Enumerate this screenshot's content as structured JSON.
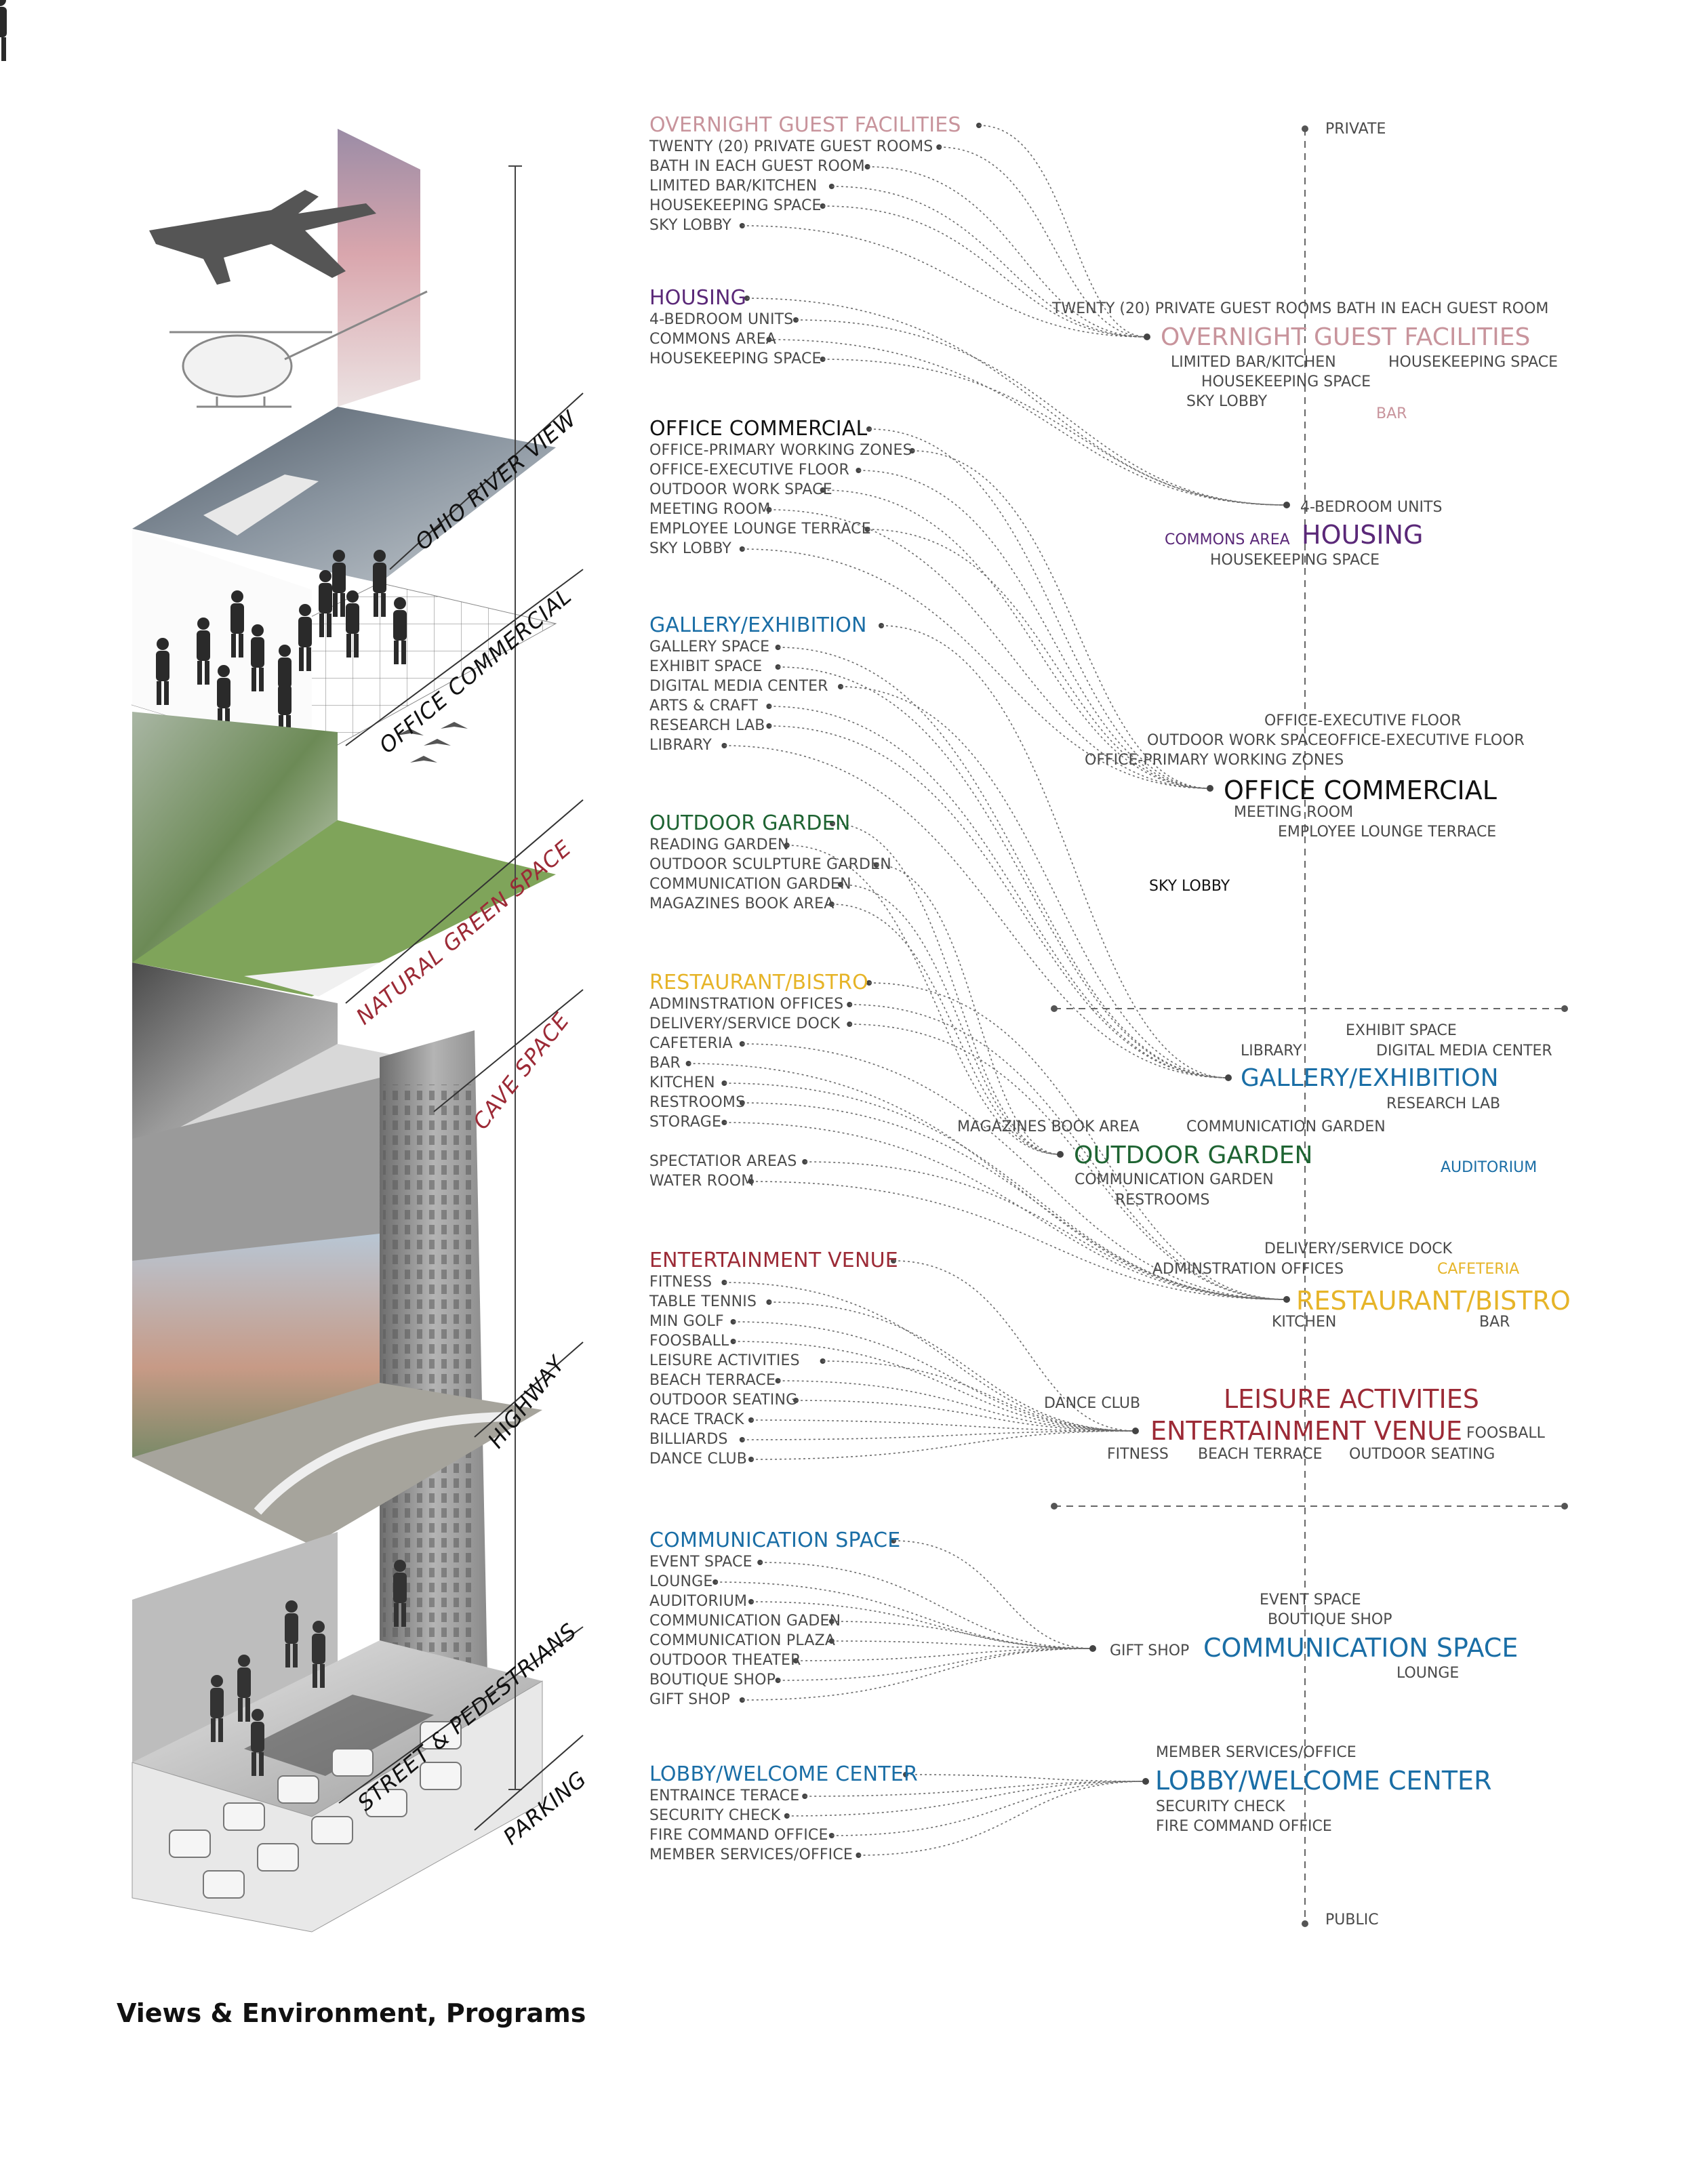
{
  "caption": "Views & Environment, Programs",
  "colors": {
    "overnight": "#c8949c",
    "housing": "#5a2878",
    "office": "#111111",
    "gallery": "#1a6ea6",
    "garden": "#1e6432",
    "restaurant": "#e6b428",
    "entertainment": "#9c2a36",
    "communication": "#1a6ea6",
    "lobby": "#1a6ea6",
    "gray_text": "#4a4a4a",
    "wire": "#6a6a6a"
  },
  "stack_labels": [
    {
      "text": "OHIO RIVER VIEW",
      "color": "#111111"
    },
    {
      "text": "OFFICE COMMERCIAL",
      "color": "#111111"
    },
    {
      "text": "NATURAL GREEN SPACE",
      "color": "#9c2a36"
    },
    {
      "text": "CAVE SPACE",
      "color": "#9c2a36"
    },
    {
      "text": "HIGHWAY",
      "color": "#111111"
    },
    {
      "text": "STREET & PEDESTRIANS",
      "color": "#111111"
    },
    {
      "text": "PARKING",
      "color": "#111111"
    }
  ],
  "axis": {
    "top_label": "PRIVATE",
    "bottom_label": "PUBLIC"
  },
  "program_groups": [
    {
      "key": "overnight",
      "heading": "OVERNIGHT GUEST FACILITIES",
      "items": [
        "TWENTY (20) PRIVATE GUEST ROOMS",
        "BATH IN EACH GUEST ROOM",
        "LIMITED BAR/KITCHEN",
        "HOUSEKEEPING SPACE",
        "SKY LOBBY"
      ]
    },
    {
      "key": "housing",
      "heading": "HOUSING",
      "items": [
        "4-BEDROOM UNITS",
        "COMMONS AREA",
        "HOUSEKEEPING SPACE"
      ]
    },
    {
      "key": "office",
      "heading": "OFFICE COMMERCIAL",
      "items": [
        "OFFICE-PRIMARY WORKING ZONES",
        "OFFICE-EXECUTIVE FLOOR",
        "OUTDOOR WORK SPACE",
        "MEETING ROOM",
        "EMPLOYEE LOUNGE TERRACE",
        "SKY LOBBY"
      ]
    },
    {
      "key": "gallery",
      "heading": "GALLERY/EXHIBITION",
      "items": [
        "GALLERY SPACE",
        "EXHIBIT SPACE",
        "DIGITAL MEDIA CENTER",
        "ARTS & CRAFT",
        "RESEARCH LAB",
        "LIBRARY"
      ]
    },
    {
      "key": "garden",
      "heading": "OUTDOOR GARDEN",
      "items": [
        "READING GARDEN",
        "OUTDOOR SCULPTURE GARDEN",
        "COMMUNICATION GARDEN",
        "MAGAZINES BOOK AREA"
      ]
    },
    {
      "key": "restaurant",
      "heading": "RESTAURANT/BISTRO",
      "items": [
        "ADMINSTRATION OFFICES",
        "DELIVERY/SERVICE DOCK",
        "CAFETERIA",
        "BAR",
        "KITCHEN",
        "RESTROOMS",
        "STORAGE",
        "",
        "SPECTATIOR AREAS",
        "WATER ROOM"
      ]
    },
    {
      "key": "entertainment",
      "heading": "ENTERTAINMENT VENUE",
      "items": [
        "FITNESS",
        "TABLE TENNIS",
        "MIN GOLF",
        "FOOSBALL",
        "LEISURE ACTIVITIES",
        "BEACH TERRACE",
        "OUTDOOR SEATING",
        "RACE TRACK",
        "BILLIARDS",
        "DANCE CLUB"
      ]
    },
    {
      "key": "communication",
      "heading": "COMMUNICATION SPACE",
      "items": [
        "EVENT SPACE",
        "LOUNGE",
        "AUDITORIUM",
        "COMMUNICATION GADEN",
        "COMMUNICATION PLAZA",
        "OUTDOOR THEATER",
        "BOUTIQUE SHOP",
        "GIFT SHOP"
      ]
    },
    {
      "key": "lobby",
      "heading": "LOBBY/WELCOME CENTER",
      "items": [
        "ENTRAINCE TERACE",
        "SECURITY CHECK",
        "FIRE COMMAND OFFICE",
        "MEMBER SERVICES/OFFICE"
      ]
    }
  ],
  "right_clusters": [
    {
      "key": "overnight",
      "heading": "OVERNIGHT GUEST FACILITIES",
      "labels": [
        {
          "text": "TWENTY (20) PRIVATE GUEST ROOMS  BATH IN EACH GUEST ROOM"
        },
        {
          "text": "LIMITED BAR/KITCHEN"
        },
        {
          "text": "HOUSEKEEPING SPACE"
        },
        {
          "text": "HOUSEKEEPING SPACE"
        },
        {
          "text": "SKY LOBBY"
        },
        {
          "text": "BAR"
        }
      ]
    },
    {
      "key": "housing",
      "heading": "HOUSING",
      "labels": [
        {
          "text": "4-BEDROOM UNITS"
        },
        {
          "text": "COMMONS AREA"
        },
        {
          "text": "HOUSEKEEPING SPACE"
        }
      ]
    },
    {
      "key": "office",
      "heading": "OFFICE COMMERCIAL",
      "labels": [
        {
          "text": "OFFICE-EXECUTIVE FLOOR"
        },
        {
          "text": "OUTDOOR WORK  SPACEOFFICE-EXECUTIVE FLOOR"
        },
        {
          "text": "OFFICE-PRIMARY WORKING ZONES"
        },
        {
          "text": "MEETING ROOM"
        },
        {
          "text": "EMPLOYEE LOUNGE TERRACE"
        },
        {
          "text": "SKY LOBBY"
        }
      ]
    },
    {
      "key": "gallery",
      "heading": "GALLERY/EXHIBITION",
      "labels": [
        {
          "text": "EXHIBIT SPACE"
        },
        {
          "text": "LIBRARY"
        },
        {
          "text": "DIGITAL MEDIA CENTER"
        },
        {
          "text": "RESEARCH LAB"
        }
      ]
    },
    {
      "key": "garden",
      "heading": "OUTDOOR GARDEN",
      "labels": [
        {
          "text": "MAGAZINES BOOK AREA"
        },
        {
          "text": "COMMUNICATION GARDEN"
        },
        {
          "text": "COMMUNICATION GARDEN"
        },
        {
          "text": "RESTROOMS"
        },
        {
          "text": "AUDITORIUM"
        }
      ]
    },
    {
      "key": "restaurant",
      "heading": "RESTAURANT/BISTRO",
      "labels": [
        {
          "text": "DELIVERY/SERVICE DOCK"
        },
        {
          "text": "ADMINSTRATION OFFICES"
        },
        {
          "text": "CAFETERIA"
        },
        {
          "text": "KITCHEN"
        },
        {
          "text": "BAR"
        }
      ]
    },
    {
      "key": "entertainment",
      "heading": "ENTERTAINMENT VENUE",
      "labels": [
        {
          "text": "LEISURE ACTIVITIES"
        },
        {
          "text": "DANCE CLUB"
        },
        {
          "text": "FOOSBALL"
        },
        {
          "text": "FITNESS"
        },
        {
          "text": "BEACH TERRACE"
        },
        {
          "text": "OUTDOOR SEATING"
        }
      ]
    },
    {
      "key": "communication",
      "heading": "COMMUNICATION SPACE",
      "labels": [
        {
          "text": "EVENT SPACE"
        },
        {
          "text": "BOUTIQUE SHOP"
        },
        {
          "text": "GIFT SHOP"
        },
        {
          "text": "LOUNGE"
        }
      ]
    },
    {
      "key": "lobby",
      "heading": "LOBBY/WELCOME CENTER",
      "labels": [
        {
          "text": "MEMBER SERVICES/OFFICE"
        },
        {
          "text": "SECURITY CHECK"
        },
        {
          "text": "FIRE COMMAND OFFICE"
        }
      ]
    }
  ]
}
